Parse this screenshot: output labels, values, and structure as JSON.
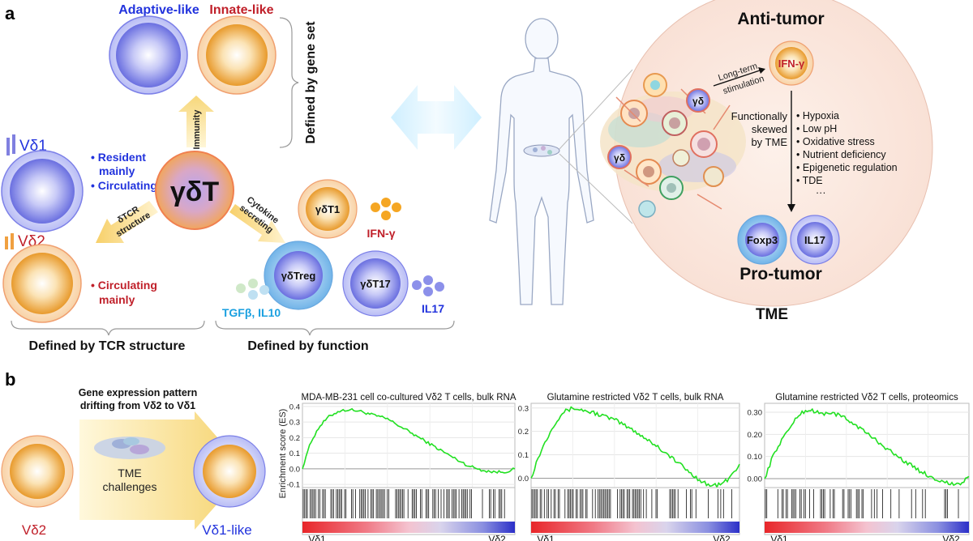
{
  "panel_a": {
    "label": "a",
    "adaptive_like": "Adaptive-like",
    "innate_like": "Innate-like",
    "defined_by_gene_set": "Defined by gene set",
    "immunity": "Immunity",
    "center": "γδT",
    "vd1": "Vδ1",
    "vd2": "Vδ2",
    "vd1_notes": [
      "• Resident",
      "mainly",
      "• Circulating"
    ],
    "vd2_notes": [
      "• Circulating",
      "mainly"
    ],
    "tcr_arrow": [
      "δTCR",
      "structure"
    ],
    "cytokine_arrow": [
      "Cytokine",
      "secreting"
    ],
    "gdt1": "γδT1",
    "ifn_small": "IFN-γ",
    "gdtreg": "γδTreg",
    "gdt17": "γδT17",
    "tgfb_il10": "TGFβ, IL10",
    "il17_small": "IL17",
    "defined_by_tcr": "Defined by TCR structure",
    "defined_by_function": "Defined by function",
    "anti_tumor": "Anti-tumor",
    "pro_tumor": "Pro-tumor",
    "tme": "TME",
    "gd_cell": "γδ",
    "long_term": [
      "Long-term",
      "stimulation"
    ],
    "ifn_big": "IFN-γ",
    "functionally": [
      "Functionally",
      "skewed",
      "by TME"
    ],
    "tme_factors": [
      "• Hypoxia",
      "• Low pH",
      "• Oxidative stress",
      "• Nutrient deficiency",
      "• Epigenetic regulation",
      "• TDE",
      "···"
    ],
    "foxp3": "Foxp3",
    "il17_big": "IL17"
  },
  "panel_b": {
    "label": "b",
    "drift_text": [
      "Gene expression pattern",
      "drifting from Vδ2 to Vδ1"
    ],
    "tme_challenges": [
      "TME",
      "challenges"
    ],
    "vd2": "Vδ2",
    "vd1_like": "Vδ1-like",
    "ylabel": "Enrichment score (ES)"
  },
  "chart_data": [
    {
      "type": "line",
      "title": "MDA-MB-231 cell co-cultured Vδ2 T cells, bulk RNA",
      "ylabel": "Enrichment score (ES)",
      "yticks": [
        "0.4",
        "0.3",
        "0.2",
        "0.1",
        "0.0",
        "-0.1"
      ],
      "ylim": [
        -0.12,
        0.42
      ],
      "x_start_label": "Vδ1",
      "x_end_label": "Vδ2",
      "x": [
        0,
        0.02,
        0.05,
        0.08,
        0.12,
        0.17,
        0.22,
        0.27,
        0.32,
        0.4,
        0.5,
        0.6,
        0.7,
        0.78,
        0.85,
        0.9,
        0.95,
        0.98,
        1.0
      ],
      "values": [
        0.0,
        0.1,
        0.2,
        0.27,
        0.33,
        0.37,
        0.38,
        0.37,
        0.35,
        0.32,
        0.24,
        0.16,
        0.08,
        0.02,
        -0.01,
        -0.02,
        -0.02,
        -0.01,
        0.0
      ],
      "color": "#22e022"
    },
    {
      "type": "line",
      "title": "Glutamine restricted Vδ2 T cells, bulk RNA",
      "ylabel": "",
      "yticks": [
        "0.3",
        "0.2",
        "0.1",
        "0.0"
      ],
      "ylim": [
        -0.04,
        0.32
      ],
      "x_start_label": "Vδ1",
      "x_end_label": "Vδ2",
      "x": [
        0,
        0.03,
        0.07,
        0.11,
        0.15,
        0.2,
        0.25,
        0.3,
        0.4,
        0.5,
        0.6,
        0.7,
        0.78,
        0.85,
        0.9,
        0.94,
        0.97,
        1.0
      ],
      "values": [
        0.0,
        0.08,
        0.16,
        0.23,
        0.28,
        0.3,
        0.29,
        0.28,
        0.25,
        0.2,
        0.14,
        0.07,
        0.01,
        -0.03,
        -0.03,
        -0.01,
        0.02,
        0.06
      ],
      "color": "#22e022"
    },
    {
      "type": "line",
      "title": "Glutamine restricted Vδ2 T cells, proteomics",
      "ylabel": "",
      "yticks": [
        "0.30",
        "0.20",
        "0.10",
        "0.00"
      ],
      "ylim": [
        -0.04,
        0.34
      ],
      "x_start_label": "Vδ1",
      "x_end_label": "Vδ2",
      "x": [
        0,
        0.04,
        0.08,
        0.13,
        0.18,
        0.23,
        0.28,
        0.32,
        0.38,
        0.45,
        0.55,
        0.65,
        0.75,
        0.83,
        0.9,
        0.95,
        1.0
      ],
      "values": [
        0.0,
        0.1,
        0.17,
        0.24,
        0.3,
        0.31,
        0.29,
        0.3,
        0.28,
        0.24,
        0.17,
        0.1,
        0.04,
        0.0,
        -0.02,
        -0.03,
        0.01
      ],
      "color": "#22e022"
    }
  ]
}
